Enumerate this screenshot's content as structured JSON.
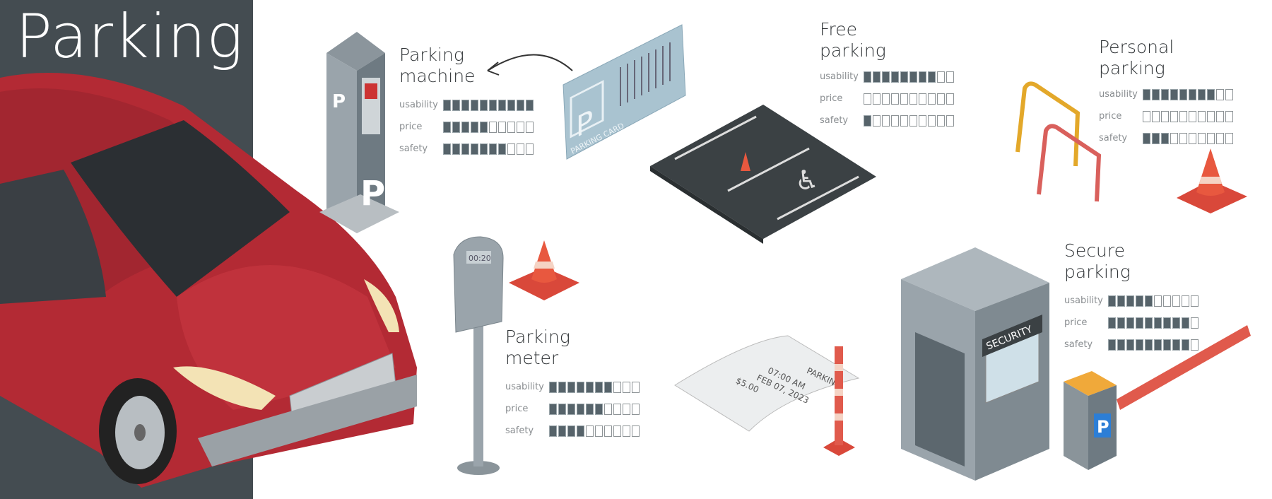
{
  "title": "Parking",
  "rating_max": 10,
  "colors": {
    "panel": "#444c51",
    "car_red": "#b32a34",
    "cone_orange": "#e8583f",
    "filled_cell": "#56636a"
  },
  "sections": [
    {
      "id": "parking-machine",
      "title_line1": "Parking",
      "title_line2": "machine",
      "ratings": [
        {
          "label": "usability",
          "value": 10
        },
        {
          "label": "price",
          "value": 5
        },
        {
          "label": "safety",
          "value": 7
        }
      ]
    },
    {
      "id": "free-parking",
      "title_line1": "Free",
      "title_line2": "parking",
      "ratings": [
        {
          "label": "usability",
          "value": 8
        },
        {
          "label": "price",
          "value": 0
        },
        {
          "label": "safety",
          "value": 1
        }
      ]
    },
    {
      "id": "personal-parking",
      "title_line1": "Personal",
      "title_line2": "parking",
      "ratings": [
        {
          "label": "usability",
          "value": 8
        },
        {
          "label": "price",
          "value": 0
        },
        {
          "label": "safety",
          "value": 3
        }
      ]
    },
    {
      "id": "parking-meter",
      "title_line1": "Parking",
      "title_line2": "meter",
      "ratings": [
        {
          "label": "usability",
          "value": 7
        },
        {
          "label": "price",
          "value": 6
        },
        {
          "label": "safety",
          "value": 4
        }
      ]
    },
    {
      "id": "secure-parking",
      "title_line1": "Secure",
      "title_line2": "parking",
      "ratings": [
        {
          "label": "usability",
          "value": 5
        },
        {
          "label": "price",
          "value": 9
        },
        {
          "label": "safety",
          "value": 9
        }
      ]
    }
  ],
  "illustrations": {
    "card_label": "PARKING CARD",
    "card_letter": "P",
    "machine_letter": "P",
    "gate_letter": "P",
    "security_sign": "SECURITY",
    "meter_display": "00:20",
    "ticket": {
      "header": "PARKING",
      "time": "07:00 AM",
      "date": "FEB 07, 2023",
      "amount": "$5.00"
    }
  }
}
